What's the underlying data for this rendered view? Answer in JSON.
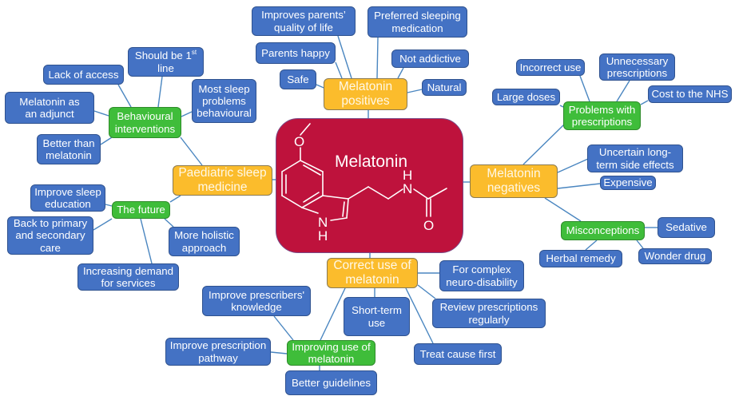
{
  "diagram": {
    "type": "mind-map",
    "colors": {
      "center": "#be123c",
      "main_branch": "#fbbc2c",
      "sub_branch": "#3fbd3a",
      "leaf": "#4472c4",
      "connector": "#4a86c0"
    },
    "center": {
      "id": "melatonin",
      "label": "Melatonin",
      "structure_atoms": [
        "O",
        "H",
        "N",
        "N",
        "H",
        "O"
      ]
    },
    "nodes": [
      {
        "id": "pos",
        "kind": "main",
        "label": "Melatonin\npositives"
      },
      {
        "id": "pos-qol",
        "kind": "leaf",
        "label": "Improves parents’\nquality of life"
      },
      {
        "id": "pos-pref",
        "kind": "leaf",
        "label": "Preferred sleeping\nmedication"
      },
      {
        "id": "pos-happy",
        "kind": "leaf",
        "label": "Parents happy"
      },
      {
        "id": "pos-notadd",
        "kind": "leaf",
        "label": "Not addictive"
      },
      {
        "id": "pos-safe",
        "kind": "leaf",
        "label": "Safe"
      },
      {
        "id": "pos-natural",
        "kind": "leaf",
        "label": "Natural"
      },
      {
        "id": "neg",
        "kind": "main",
        "label": "Melatonin\nnegatives"
      },
      {
        "id": "neg-prob",
        "kind": "sub",
        "label": "Problems with\nprescriptions"
      },
      {
        "id": "neg-incorrect",
        "kind": "leaf",
        "label": "Incorrect use"
      },
      {
        "id": "neg-unnec",
        "kind": "leaf",
        "label": "Unnecessary\nprescriptions"
      },
      {
        "id": "neg-large",
        "kind": "leaf",
        "label": "Large doses"
      },
      {
        "id": "neg-nhs",
        "kind": "leaf",
        "label": "Cost to the NHS"
      },
      {
        "id": "neg-uncertain",
        "kind": "leaf",
        "label": "Uncertain long-\nterm side effects"
      },
      {
        "id": "neg-expensive",
        "kind": "leaf",
        "label": "Expensive"
      },
      {
        "id": "neg-misc",
        "kind": "sub",
        "label": "Misconceptions"
      },
      {
        "id": "neg-sedative",
        "kind": "leaf",
        "label": "Sedative"
      },
      {
        "id": "neg-herbal",
        "kind": "leaf",
        "label": "Herbal remedy"
      },
      {
        "id": "neg-wonder",
        "kind": "leaf",
        "label": "Wonder drug"
      },
      {
        "id": "paed",
        "kind": "main",
        "label": "Paediatric sleep\nmedicine"
      },
      {
        "id": "paed-behav",
        "kind": "sub",
        "label": "Behavioural\ninterventions"
      },
      {
        "id": "paed-lack",
        "kind": "leaf",
        "label": "Lack of access"
      },
      {
        "id": "paed-first",
        "kind": "leaf",
        "label": "Should be 1",
        "sup": "st",
        "label_after": "\nline"
      },
      {
        "id": "paed-most",
        "kind": "leaf",
        "label": "Most sleep\nproblems\nbehavioural"
      },
      {
        "id": "paed-adjunct",
        "kind": "leaf",
        "label": "Melatonin as\nan adjunct"
      },
      {
        "id": "paed-better",
        "kind": "leaf",
        "label": "Better than\nmelatonin"
      },
      {
        "id": "paed-future",
        "kind": "sub",
        "label": "The future"
      },
      {
        "id": "paed-edu",
        "kind": "leaf",
        "label": "Improve sleep\neducation"
      },
      {
        "id": "paed-back",
        "kind": "leaf",
        "label": "Back to primary\nand secondary\ncare"
      },
      {
        "id": "paed-holistic",
        "kind": "leaf",
        "label": "More holistic\napproach"
      },
      {
        "id": "paed-demand",
        "kind": "leaf",
        "label": "Increasing demand\nfor services"
      },
      {
        "id": "correct",
        "kind": "main",
        "label": "Correct use of\nmelatonin"
      },
      {
        "id": "cor-complex",
        "kind": "leaf",
        "label": "For complex\nneuro-disability"
      },
      {
        "id": "cor-short",
        "kind": "leaf",
        "label": "Short-term\nuse"
      },
      {
        "id": "cor-review",
        "kind": "leaf",
        "label": "Review prescriptions\nregularly"
      },
      {
        "id": "cor-treat",
        "kind": "leaf",
        "label": "Treat cause first"
      },
      {
        "id": "cor-improving",
        "kind": "sub",
        "label": "Improving use of\nmelatonin"
      },
      {
        "id": "cor-knowledge",
        "kind": "leaf",
        "label": "Improve prescribers'\nknowledge"
      },
      {
        "id": "cor-pathway",
        "kind": "leaf",
        "label": "Improve prescription\npathway"
      },
      {
        "id": "cor-guidelines",
        "kind": "leaf",
        "label": "Better guidelines"
      }
    ],
    "edges": [
      [
        "melatonin",
        "pos"
      ],
      [
        "pos",
        "pos-qol"
      ],
      [
        "pos",
        "pos-pref"
      ],
      [
        "pos",
        "pos-happy"
      ],
      [
        "pos",
        "pos-notadd"
      ],
      [
        "pos",
        "pos-safe"
      ],
      [
        "pos",
        "pos-natural"
      ],
      [
        "melatonin",
        "neg"
      ],
      [
        "neg",
        "neg-prob"
      ],
      [
        "neg-prob",
        "neg-incorrect"
      ],
      [
        "neg-prob",
        "neg-unnec"
      ],
      [
        "neg-prob",
        "neg-large"
      ],
      [
        "neg-prob",
        "neg-nhs"
      ],
      [
        "neg",
        "neg-uncertain"
      ],
      [
        "neg",
        "neg-expensive"
      ],
      [
        "neg",
        "neg-misc"
      ],
      [
        "neg-misc",
        "neg-sedative"
      ],
      [
        "neg-misc",
        "neg-herbal"
      ],
      [
        "neg-misc",
        "neg-wonder"
      ],
      [
        "melatonin",
        "paed"
      ],
      [
        "paed",
        "paed-behav"
      ],
      [
        "paed-behav",
        "paed-lack"
      ],
      [
        "paed-behav",
        "paed-first"
      ],
      [
        "paed-behav",
        "paed-most"
      ],
      [
        "paed-behav",
        "paed-adjunct"
      ],
      [
        "paed-behav",
        "paed-better"
      ],
      [
        "paed",
        "paed-future"
      ],
      [
        "paed-future",
        "paed-edu"
      ],
      [
        "paed-future",
        "paed-back"
      ],
      [
        "paed-future",
        "paed-holistic"
      ],
      [
        "paed-future",
        "paed-demand"
      ],
      [
        "melatonin",
        "correct"
      ],
      [
        "correct",
        "cor-complex"
      ],
      [
        "correct",
        "cor-short"
      ],
      [
        "correct",
        "cor-review"
      ],
      [
        "correct",
        "cor-treat"
      ],
      [
        "correct",
        "cor-improving"
      ],
      [
        "cor-improving",
        "cor-knowledge"
      ],
      [
        "cor-improving",
        "cor-pathway"
      ],
      [
        "cor-improving",
        "cor-guidelines"
      ]
    ]
  }
}
